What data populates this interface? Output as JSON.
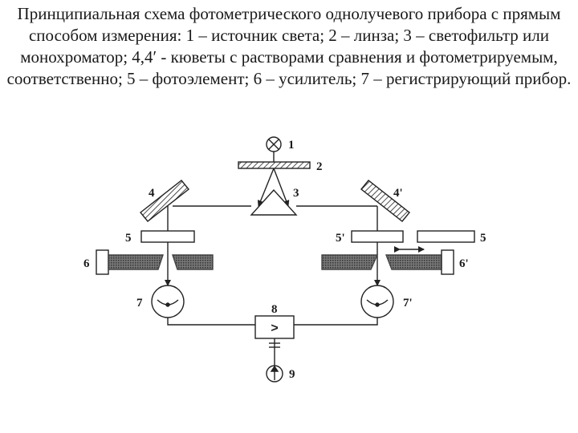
{
  "caption": "Принципиальная схема фотометрического однолучевого прибора с прямым способом измерения: 1 – источник света; 2 – линза; 3 – светофильтр или монохроматор; 4,4′ - кюветы с растворами сравнения и фотометрируемым, соответственно; 5 – фотоэлемент; 6 – усилитель; 7 – регистрирующий прибор.",
  "labels": {
    "n1": "1",
    "n2": "2",
    "n3": "3",
    "n4": "4",
    "n4p": "4'",
    "n5_left": "5",
    "n5p": "5'",
    "n5_right": "5",
    "n6": "6",
    "n6p": "6'",
    "n7": "7",
    "n7p": "7'",
    "n8": "8",
    "n9": "9"
  },
  "amplifier_symbol": ">"
}
